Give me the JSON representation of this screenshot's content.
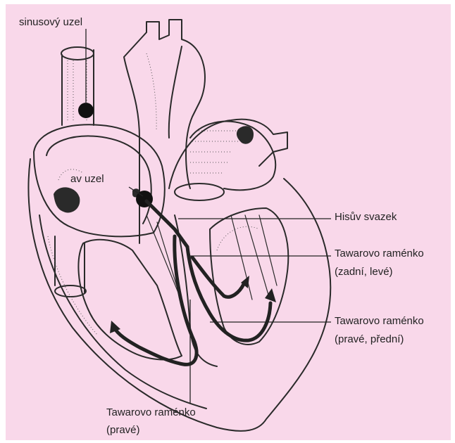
{
  "labels": {
    "sinus_node": "sinusový uzel",
    "av_node": "av uzel",
    "his_bundle": "Hisův svazek",
    "left_posterior_branch_line1": "Tawarovo raménko",
    "left_posterior_branch_line2": "(zadní, levé)",
    "anterior_branch_line1": "Tawarovo raménko",
    "anterior_branch_line2": "(pravé, přední)",
    "right_branch_line1": "Tawarovo raménko",
    "right_branch_line2": "(pravé)"
  },
  "colors": {
    "background": "#f9d8ea",
    "outline": "#2a2a2a",
    "node_fill": "#111111",
    "text": "#222222"
  }
}
